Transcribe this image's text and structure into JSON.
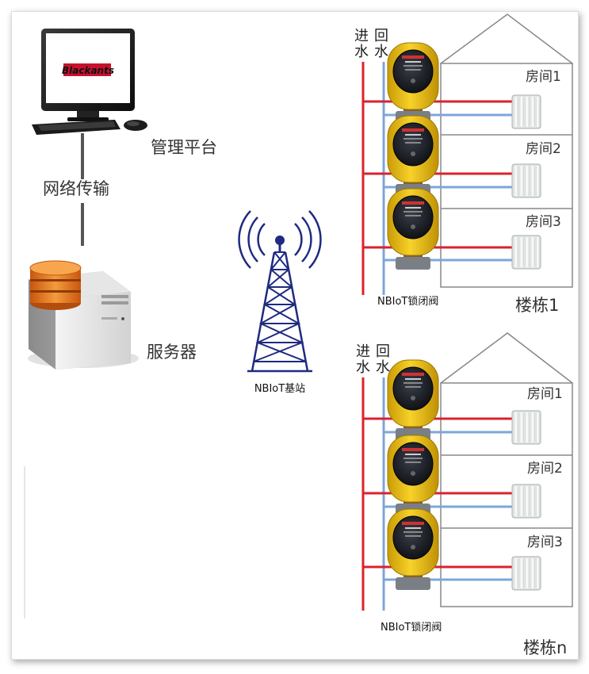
{
  "colors": {
    "supply_pipe": "#d9232e",
    "return_pipe": "#7ea6d8",
    "tower": "#1f2a80",
    "valve_yellow": "#f2c418",
    "disk_orange": "#e8731a"
  },
  "icons": [
    "monitor-icon",
    "server-icon",
    "cell-tower-icon",
    "valve-icon",
    "radiator-icon"
  ],
  "left": {
    "logo": "Blackants",
    "management_platform": "管理平台",
    "network_transmission": "网络传输",
    "server": "服务器"
  },
  "base_station": "NBIoT基站",
  "buildings": [
    {
      "supply_label": "进\n水",
      "supply_char1": "进",
      "supply_char2": "水",
      "return_char1": "回",
      "return_char2": "水",
      "rooms": [
        "房间1",
        "房间2",
        "房间3"
      ],
      "valve_label": "NBIoT锁闭阀",
      "building_label": "楼栋1"
    },
    {
      "supply_char1": "进",
      "supply_char2": "水",
      "return_char1": "回",
      "return_char2": "水",
      "rooms": [
        "房间1",
        "房间2",
        "房间3"
      ],
      "valve_label": "NBIoT锁闭阀",
      "building_label": "楼栋n"
    }
  ]
}
